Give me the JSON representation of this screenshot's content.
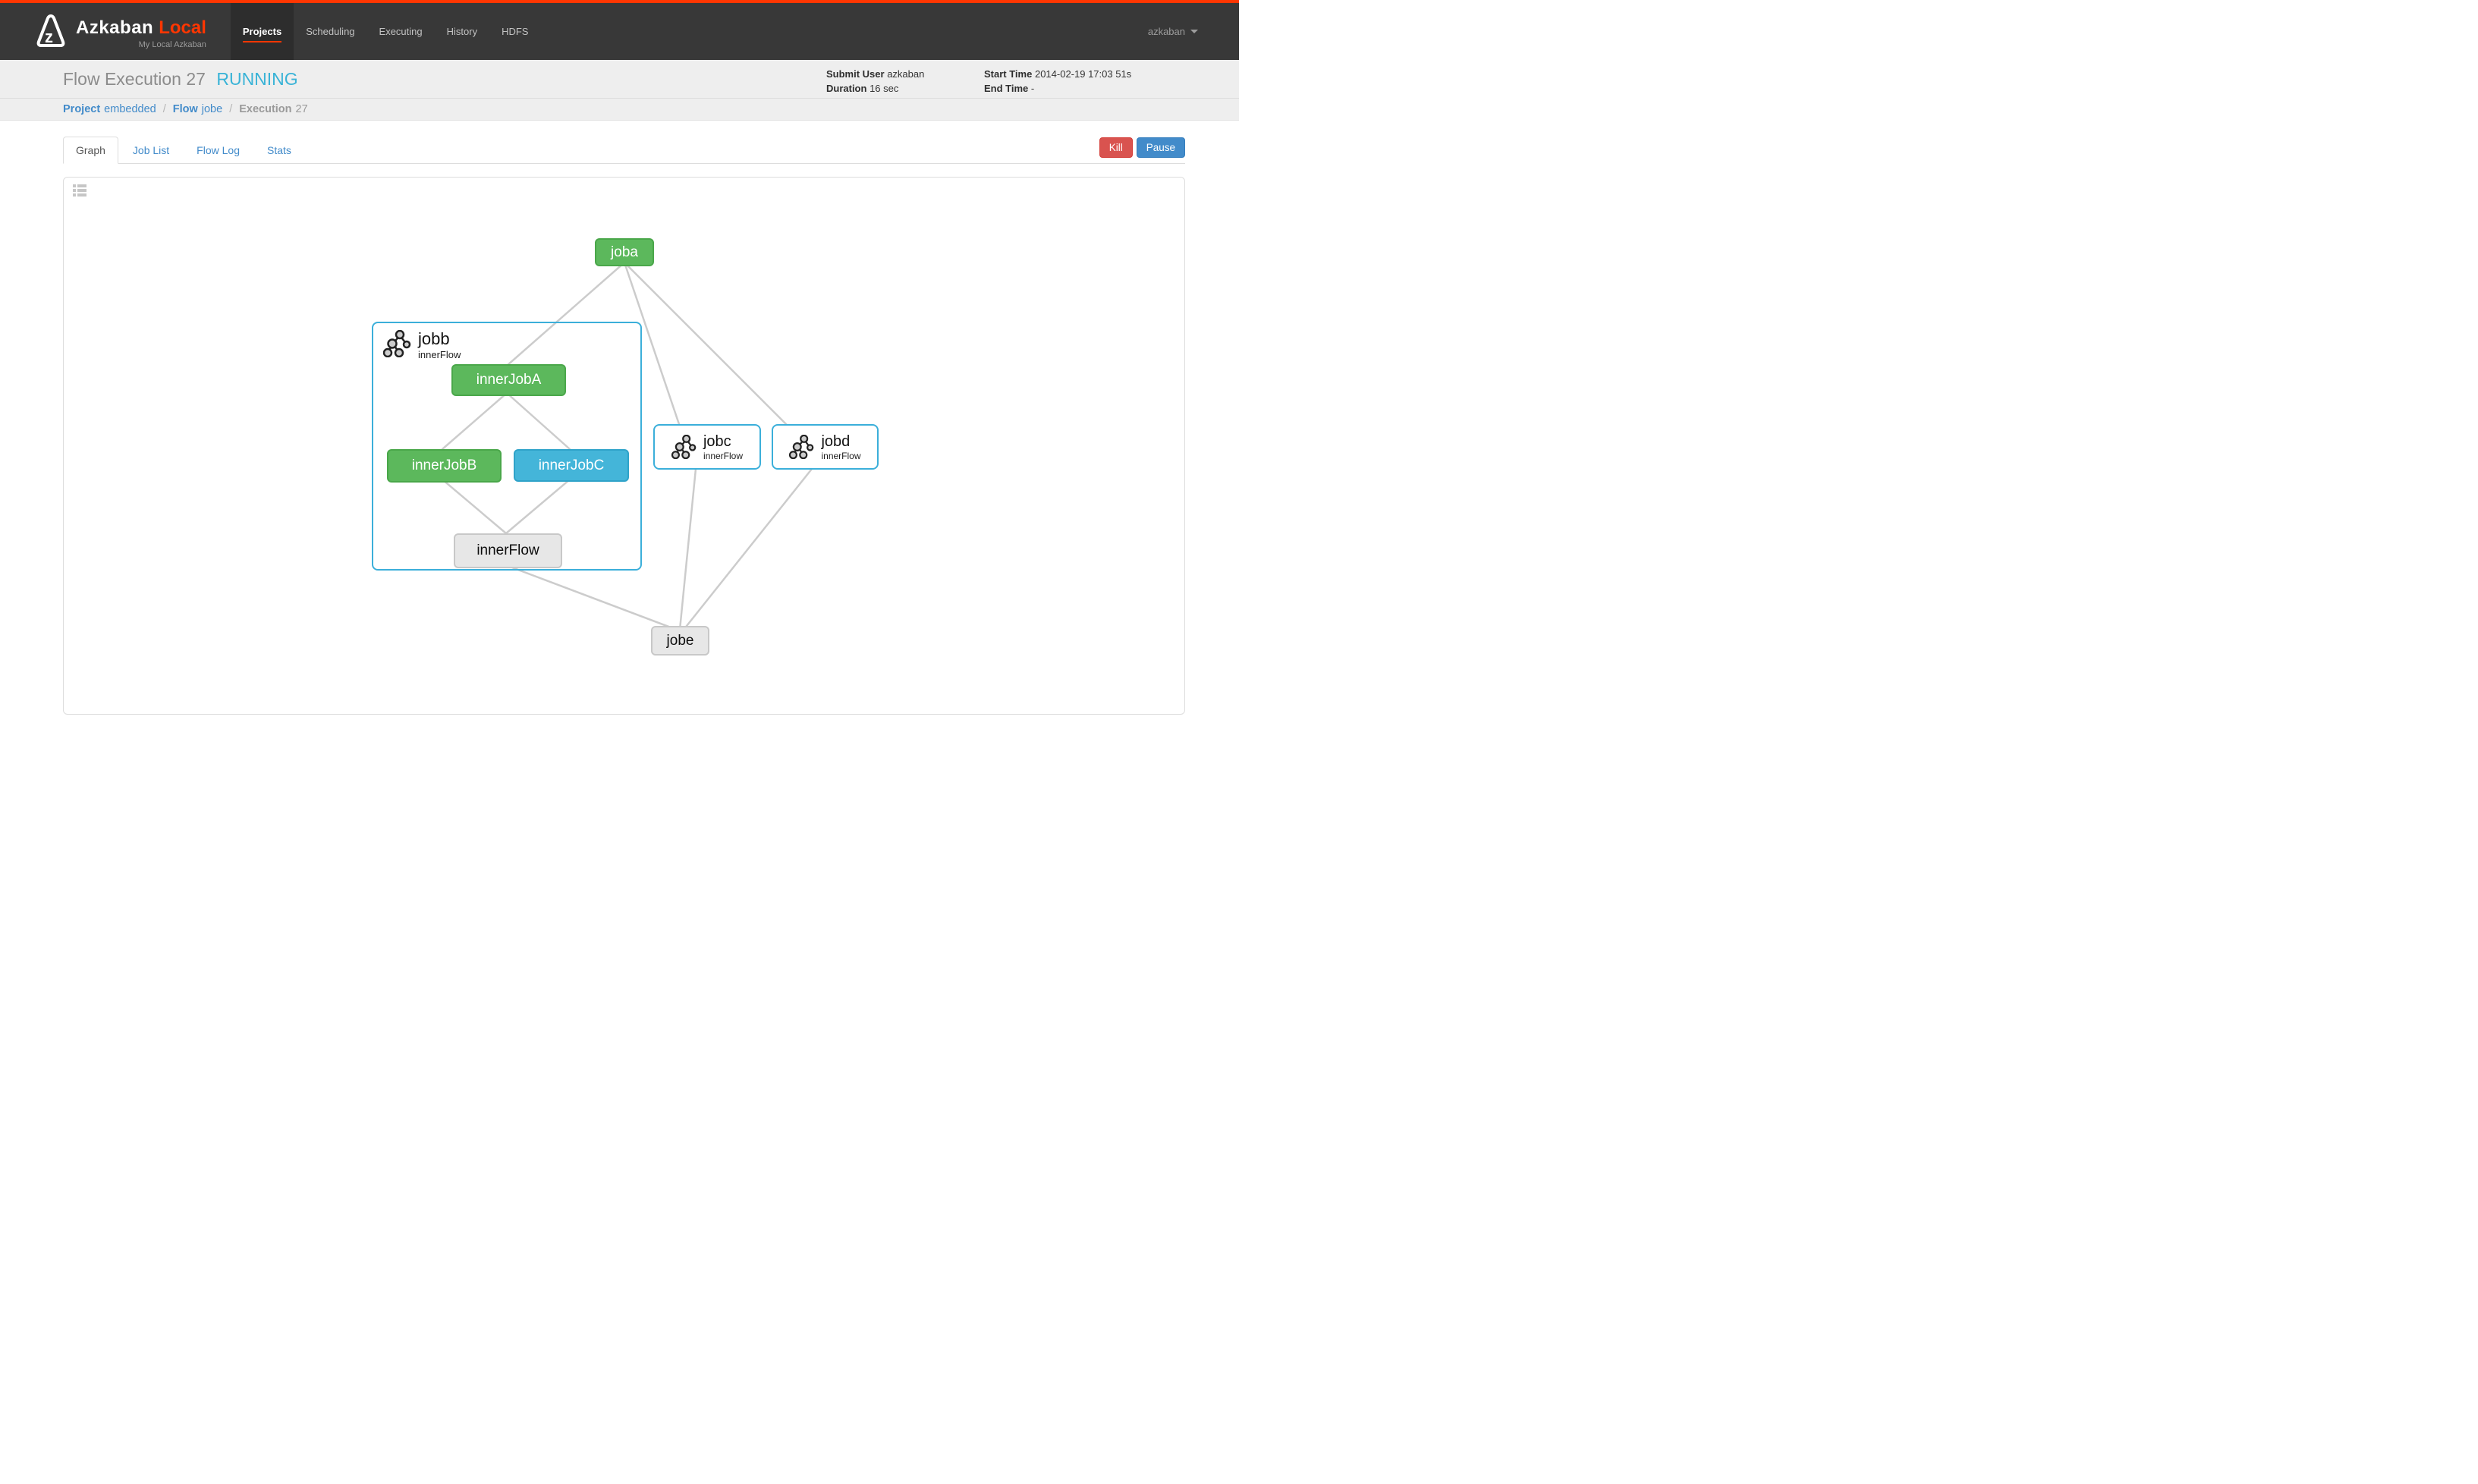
{
  "navbar": {
    "brand": "Azkaban",
    "brand_accent": "Local",
    "subtitle": "My Local Azkaban",
    "items": [
      {
        "label": "Projects",
        "active": true
      },
      {
        "label": "Scheduling",
        "active": false
      },
      {
        "label": "Executing",
        "active": false
      },
      {
        "label": "History",
        "active": false
      },
      {
        "label": "HDFS",
        "active": false
      }
    ],
    "user": "azkaban"
  },
  "header": {
    "title": "Flow Execution",
    "execution_id": "27",
    "status": "RUNNING",
    "info": {
      "submit_user_label": "Submit User",
      "submit_user": "azkaban",
      "duration_label": "Duration",
      "duration": "16 sec",
      "start_time_label": "Start Time",
      "start_time": "2014-02-19 17:03 51s",
      "end_time_label": "End Time",
      "end_time": "-"
    }
  },
  "breadcrumb": {
    "separator": "/",
    "project_label": "Project",
    "project": "embedded",
    "flow_label": "Flow",
    "flow": "jobe",
    "execution_label": "Execution",
    "execution": "27"
  },
  "tabs": [
    {
      "label": "Graph",
      "active": true
    },
    {
      "label": "Job List",
      "active": false
    },
    {
      "label": "Flow Log",
      "active": false
    },
    {
      "label": "Stats",
      "active": false
    }
  ],
  "actions": {
    "kill": "Kill",
    "pause": "Pause"
  },
  "graph": {
    "nodes": [
      {
        "label": "joba",
        "status": "succeeded",
        "type": "job"
      },
      {
        "label": "jobb",
        "subtitle": "innerFlow",
        "status": "running",
        "type": "embedded-flow-expanded"
      },
      {
        "label": "innerJobA",
        "status": "succeeded",
        "type": "job"
      },
      {
        "label": "innerJobB",
        "status": "succeeded",
        "type": "job"
      },
      {
        "label": "innerJobC",
        "status": "running",
        "type": "job"
      },
      {
        "label": "innerFlow",
        "status": "ready",
        "type": "job"
      },
      {
        "label": "jobc",
        "subtitle": "innerFlow",
        "status": "running",
        "type": "embedded-flow"
      },
      {
        "label": "jobd",
        "subtitle": "innerFlow",
        "status": "running",
        "type": "embedded-flow"
      },
      {
        "label": "jobe",
        "status": "ready",
        "type": "job"
      }
    ],
    "edges": [
      {
        "from": "joba",
        "to": "jobb"
      },
      {
        "from": "joba",
        "to": "jobc"
      },
      {
        "from": "joba",
        "to": "jobd"
      },
      {
        "from": "innerJobA",
        "to": "innerJobB"
      },
      {
        "from": "innerJobA",
        "to": "innerJobC"
      },
      {
        "from": "innerJobB",
        "to": "innerFlow"
      },
      {
        "from": "innerJobC",
        "to": "innerFlow"
      },
      {
        "from": "jobb",
        "to": "jobe"
      },
      {
        "from": "jobc",
        "to": "jobe"
      },
      {
        "from": "jobd",
        "to": "jobe"
      }
    ],
    "colors": {
      "accent": "#ff3601",
      "succeeded": "#5cb85c",
      "running_node": "#44b5d9",
      "ready_node": "#e7e7e7",
      "flow_border": "#3bafda",
      "edge": "#cccccc",
      "status_running_text": "#39b3d7",
      "link": "#428bca",
      "kill_button": "#d9534f",
      "pause_button": "#428bca"
    }
  }
}
